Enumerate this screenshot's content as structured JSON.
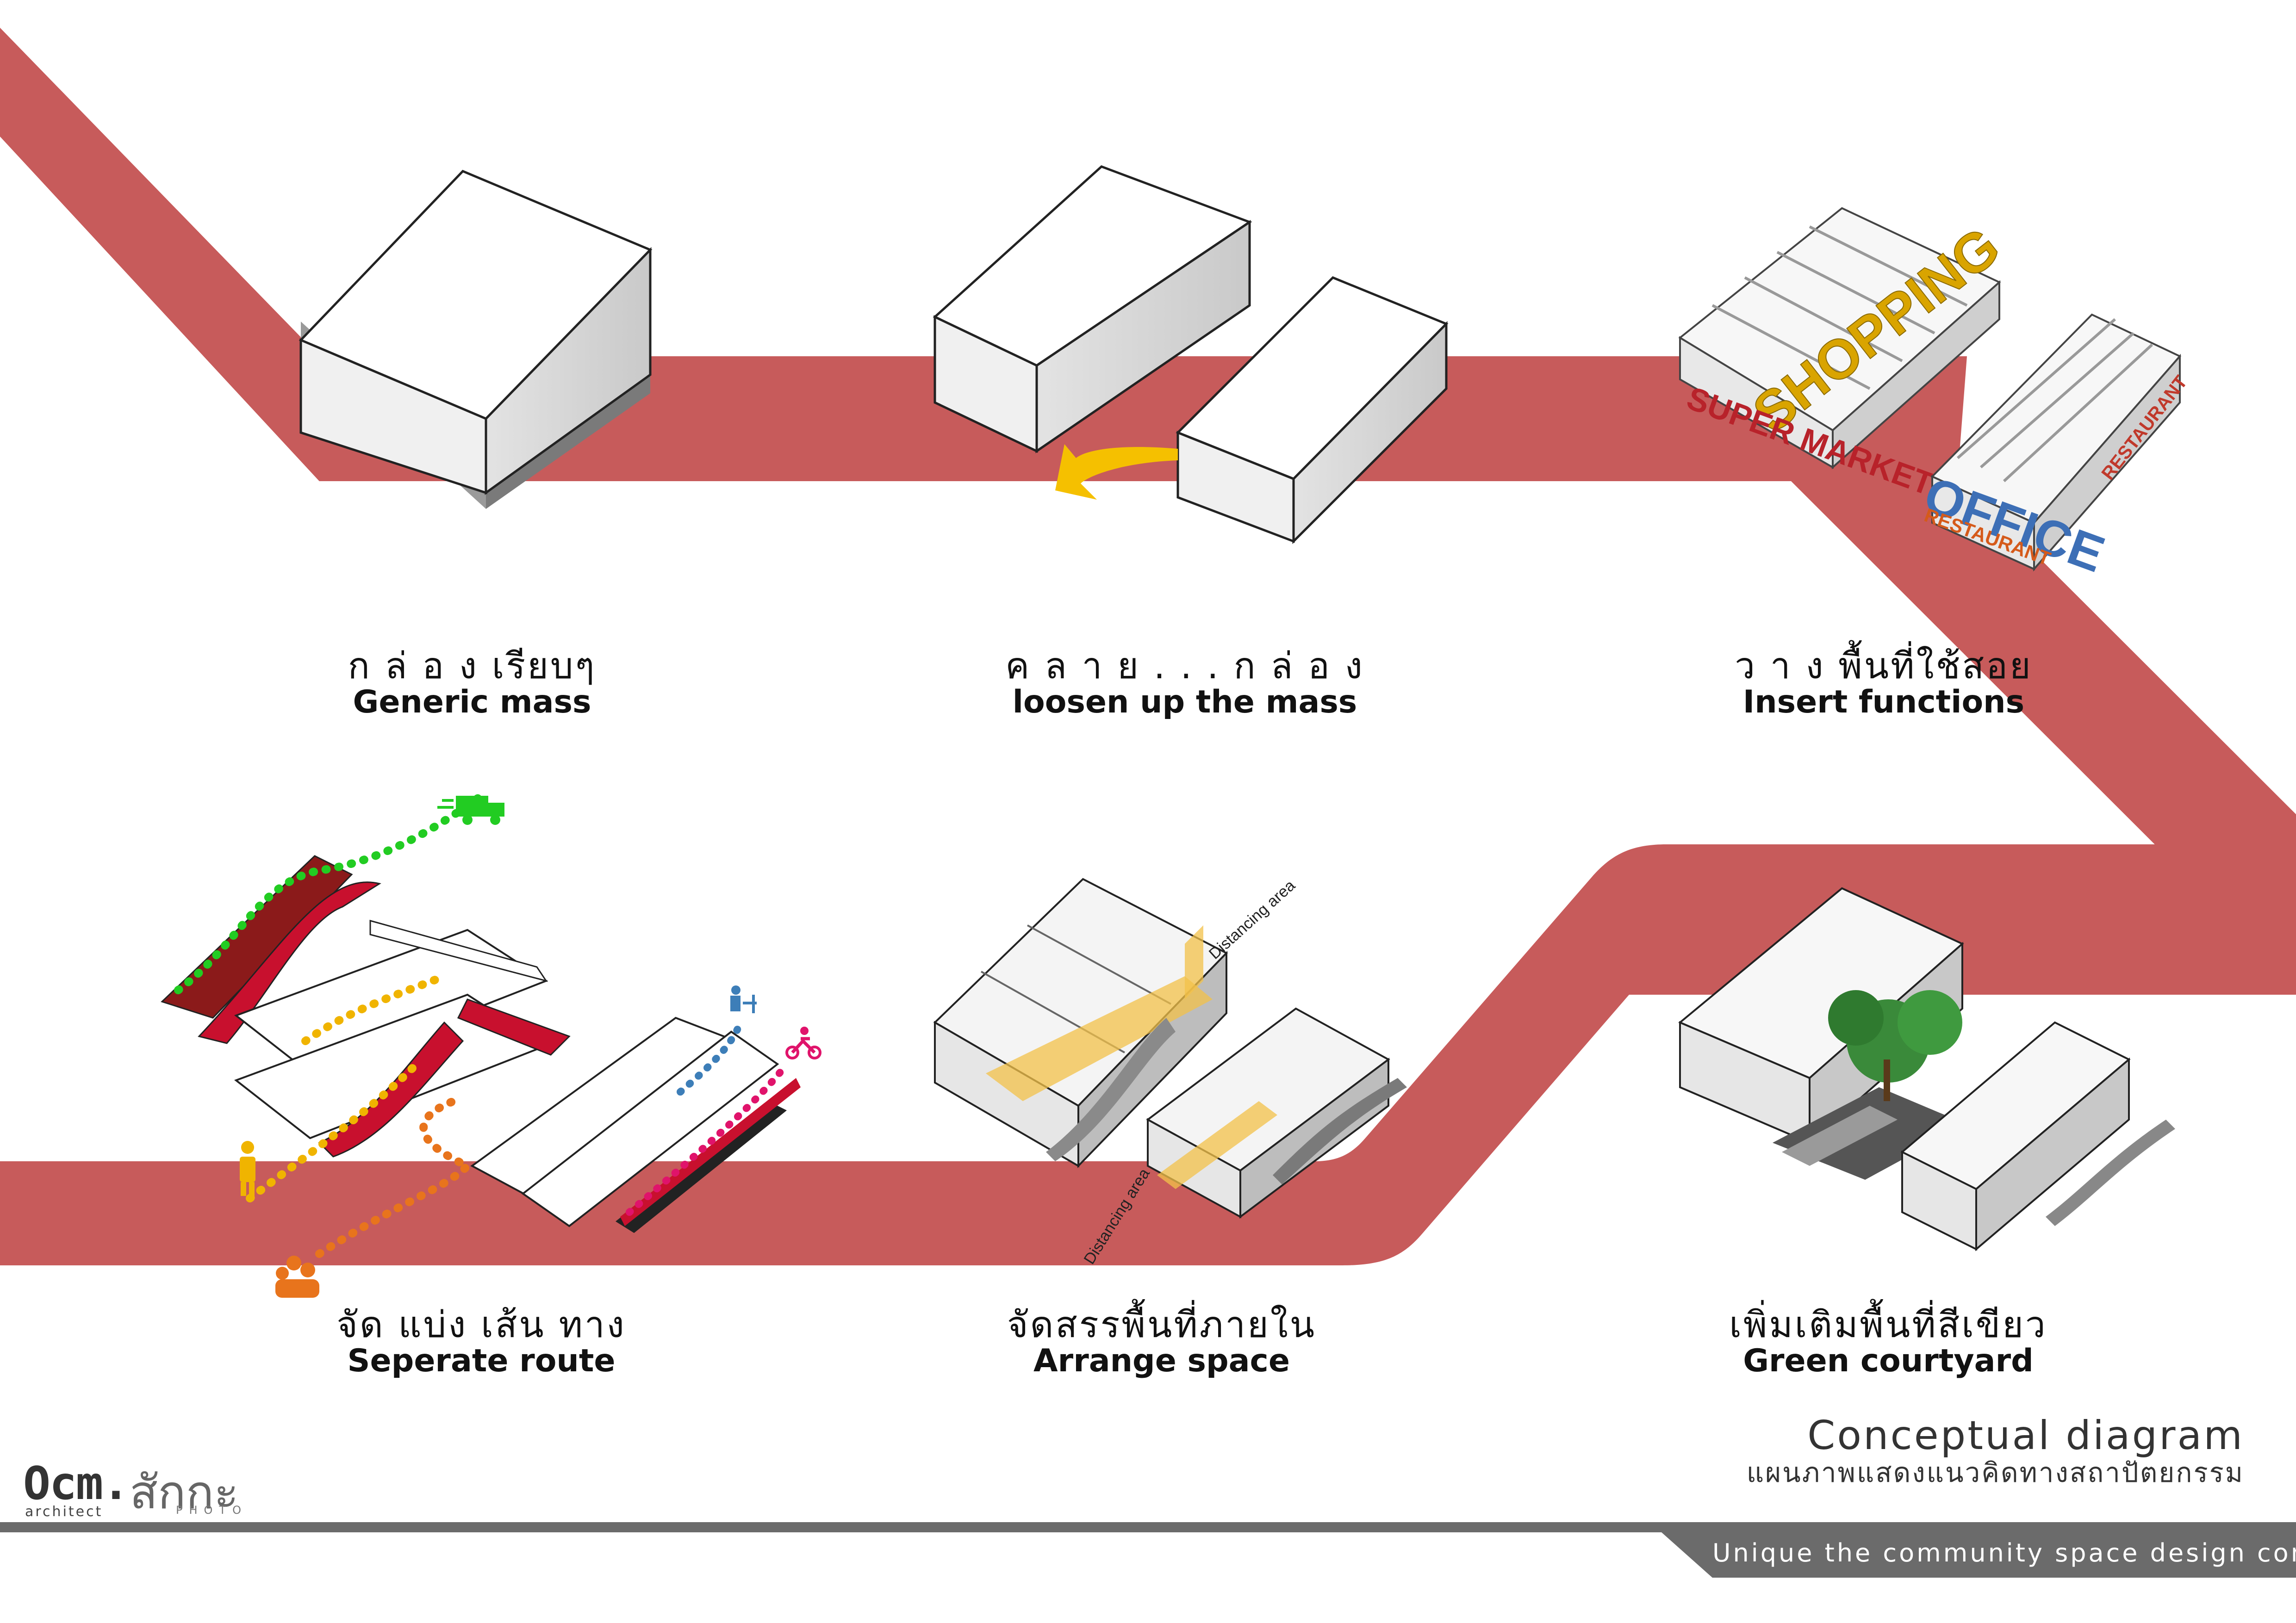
{
  "diagram": {
    "steps": [
      {
        "thai": "ก ล่ อ ง เรียบๆ",
        "english": "Generic mass"
      },
      {
        "thai": "ค ล า ย . . . ก ล่ อ ง",
        "english": "loosen up the mass"
      },
      {
        "thai": "ว า ง พื้นที่ใช้สอย",
        "english": "Insert functions"
      },
      {
        "thai": "จัด แบ่ง เส้น ทาง",
        "english": "Seperate route"
      },
      {
        "thai": "จัดสรรพื้นที่ภายใน",
        "english": "Arrange space"
      },
      {
        "thai": "เพิ่มเติมพื้นที่สีเขียว",
        "english": "Green courtyard"
      }
    ],
    "function_labels": {
      "shopping": "SHOPPING",
      "supermarket": "SUPER MARKET",
      "office": "OFFICE",
      "restaurant": "RESTAURANT"
    },
    "zone_labels": {
      "distancing_top": "Distancing area",
      "distancing_bottom": "Distancing area"
    },
    "colors": {
      "band": "#c75b5b",
      "arrow": "#f5c000",
      "route_green": "#22cc22",
      "route_yellow": "#f0b400",
      "route_orange": "#e8741c",
      "route_blue": "#3d7eb8",
      "route_magenta": "#e0136b",
      "tree": "#3a8a3a",
      "zone_yellow": "#f3c24a",
      "footer_bar": "#6b6b6b"
    },
    "icons": [
      "delivery-truck-icon",
      "person-icon",
      "group-icon",
      "office-worker-icon",
      "motorbike-icon"
    ]
  },
  "title": {
    "main": "Conceptual diagram",
    "sub": "แผนภาพแสดงแนวคิดทางสถาปัตยกรรม"
  },
  "logo": {
    "brand": "Ocm.",
    "brand_sub": "architect",
    "thai": "สักกะ",
    "thai_sub": "PHOTO"
  },
  "footer": {
    "text": "Unique the community space design contest."
  }
}
